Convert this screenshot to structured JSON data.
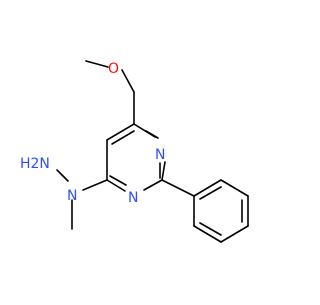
{
  "molecule": {
    "atoms": {
      "o": "O",
      "n_top": "N",
      "n_bottom": "N",
      "hydrazine_nh2": "H2N",
      "hydrazine_n": "N"
    },
    "colors": {
      "bond": "#000000",
      "oxygen": "#ff0d0d",
      "nitrogen": "#3050f8",
      "background": "#ffffff"
    }
  }
}
